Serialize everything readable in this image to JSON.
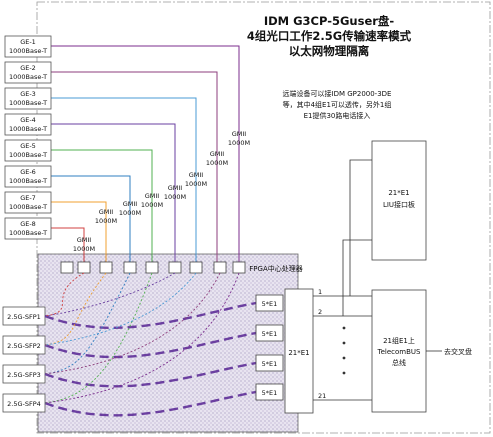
{
  "title_lines": [
    "IDM G3CP-5Guser盘-",
    "4组光口工作2.5G传输速率模式",
    "以太网物理隔离"
  ],
  "note_lines": [
    "远端设备可以接IDM GP2000-3DE",
    "等，其中4组E1可以透传，另外1组",
    "E1提供30路电话接入"
  ],
  "ge_ports": [
    {
      "name": "GE-1",
      "type": "1000Base-T",
      "color": "#7b2d8e"
    },
    {
      "name": "GE-2",
      "type": "1000Base-T",
      "color": "#8e3e7c"
    },
    {
      "name": "GE-3",
      "type": "1000Base-T",
      "color": "#4a9bd6"
    },
    {
      "name": "GE-4",
      "type": "1000Base-T",
      "color": "#6a3fa0"
    },
    {
      "name": "GE-5",
      "type": "1000Base-T",
      "color": "#52b050"
    },
    {
      "name": "GE-6",
      "type": "1000Base-T",
      "color": "#2f7fc2"
    },
    {
      "name": "GE-7",
      "type": "1000Base-T",
      "color": "#f0a030"
    },
    {
      "name": "GE-8",
      "type": "1000Base-T",
      "color": "#d04040"
    }
  ],
  "gmii": {
    "label": "GMII",
    "speed": "1000M"
  },
  "fpga_label": "FPGA中心处理器",
  "sfp_ports": [
    "2.5G-SFP1",
    "2.5G-SFP2",
    "2.5G-SFP3",
    "2.5G-SFP4"
  ],
  "e1_group_label": "5*E1",
  "e1_mux_label": "21*E1",
  "liu_box": {
    "line1": "21*E1",
    "line2": "LIU接口板"
  },
  "telecom_box": {
    "line1": "21组E1上",
    "line2": "TelecomBUS",
    "line3": "总线"
  },
  "e1_numbers": [
    "1",
    "2",
    "21"
  ],
  "exchange_label": "去交叉盘"
}
